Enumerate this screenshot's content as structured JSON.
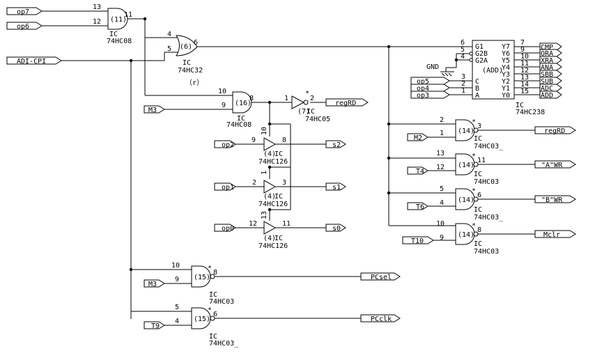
{
  "inputs": {
    "op7": "op7",
    "op6": "op6",
    "adi_cpi": "ADI-CPI",
    "m3_a": "M3",
    "op2": "op2",
    "op1": "op1",
    "op0": "op0",
    "m3_b": "M3",
    "t9": "T9",
    "m2": "M2",
    "t4": "T4",
    "t6": "T6",
    "t10": "T10",
    "op5": "op5",
    "op4": "op4",
    "op3": "op3"
  },
  "outputs": {
    "regrd_1": "regRD",
    "s2": "s2",
    "s1": "s1",
    "s0": "s0",
    "pcsel": "PCsel",
    "pcclk": "PCclk",
    "cmp": "CMP",
    "ora": "ORA",
    "xra": "XRA",
    "ana": "ANA",
    "sbb": "SBB",
    "sub": "SUB",
    "adc": "ADC",
    "add": "ADD",
    "regrd_2": "regRD",
    "a_wr": "\"A\"WR",
    "b_wr": "\"B\"WR",
    "mclr": "Mclr"
  },
  "components": {
    "and1": {
      "ic": "IC",
      "part": "74HC08",
      "unit": "(11)"
    },
    "or1": {
      "ic": "IC",
      "part": "74HC32",
      "unit": "(6)",
      "note": "（r）"
    },
    "and2": {
      "ic": "IC",
      "part": "74HC08",
      "unit": "(16)"
    },
    "inv1": {
      "ic": "IC",
      "part": "74HC05",
      "unit": "(7)",
      "star": "*"
    },
    "buf2": {
      "ic": "IC",
      "part": "74HC126",
      "unit": "(4)"
    },
    "buf1": {
      "ic": "IC",
      "part": "74HC126",
      "unit": "(4)"
    },
    "buf0": {
      "ic": "IC",
      "part": "74HC126",
      "unit": "(4)"
    },
    "nand_pcsel": {
      "ic": "IC",
      "part": "74HC03",
      "unit": "(15)",
      "star": "*"
    },
    "nand_pcclk": {
      "ic": "IC",
      "part": "74HC03_",
      "unit": "(15)",
      "star": "*"
    },
    "dec": {
      "ic": "IC",
      "part": "74HC238",
      "title": "(ADD)",
      "gnd": "GND",
      "left_pins": [
        "G1",
        "G2B",
        "G2A",
        "C",
        "B",
        "A"
      ],
      "right_pins": [
        "Y7",
        "Y6",
        "Y5",
        "Y4",
        "Y3",
        "Y2",
        "Y1",
        "Y0"
      ]
    },
    "nand_r1": {
      "ic": "IC",
      "part": "74HC03_",
      "unit": "(14)",
      "star": "*"
    },
    "nand_r2": {
      "ic": "IC",
      "part": "74HC03",
      "unit": "(14)",
      "star": "*"
    },
    "nand_r3": {
      "ic": "IC",
      "part": "74HC03_",
      "unit": "(14)",
      "star": "*"
    },
    "nand_r4": {
      "ic": "IC",
      "part": "74HC03",
      "unit": "(14)",
      "star": "*"
    }
  },
  "pins": {
    "and1": [
      "13",
      "12",
      "11"
    ],
    "or1": [
      "4",
      "5",
      "6"
    ],
    "and2": [
      "10",
      "9",
      "8"
    ],
    "inv1": [
      "1",
      "2"
    ],
    "buf2": [
      "10",
      "9",
      "8"
    ],
    "buf1": [
      "1",
      "2",
      "3"
    ],
    "buf0": [
      "13",
      "12",
      "11"
    ],
    "nand_pcsel": [
      "10",
      "9",
      "8"
    ],
    "nand_pcclk": [
      "5",
      "4",
      "6"
    ],
    "dec_left": [
      "6",
      "5",
      "4",
      "3",
      "2",
      "1"
    ],
    "dec_right": [
      "7",
      "9",
      "10",
      "11",
      "12",
      "13",
      "14",
      "15"
    ],
    "nand_r1": [
      "2",
      "1",
      "3"
    ],
    "nand_r2": [
      "13",
      "12",
      "11"
    ],
    "nand_r3": [
      "5",
      "4",
      "6"
    ],
    "nand_r4": [
      "10",
      "9",
      "8"
    ]
  }
}
